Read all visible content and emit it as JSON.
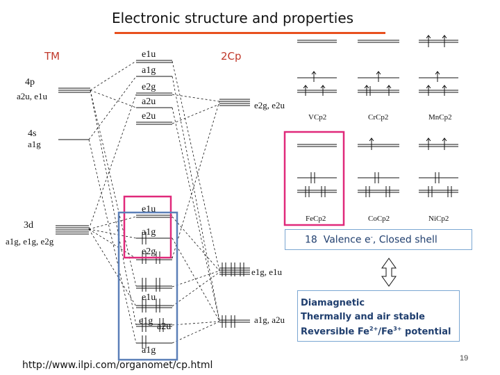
{
  "slide": {
    "title": "Electronic structure and properties",
    "url": "http://www.ilpi.com/organomet/cp.html",
    "page_number": "19",
    "accent_color": "#e8501e"
  },
  "diagram": {
    "left_header": "TM",
    "right_header": "2Cp",
    "left_levels": [
      {
        "name": "4p",
        "sym": "a2u, e1u"
      },
      {
        "name": "4s",
        "sym": "a1g"
      },
      {
        "name": "3d",
        "sym": "a1g, e1g, e2g"
      }
    ],
    "mo_labels": [
      "e1u",
      "a1g",
      "e2g",
      "a2u",
      "e2u",
      "e1u",
      "a1g",
      "e2g",
      "e1u",
      "e1g",
      "a2u",
      "a1g"
    ],
    "right_levels": [
      {
        "sym": "e2g, e2u"
      },
      {
        "sym": "e1g, e1u"
      },
      {
        "sym": "a1g, a2u"
      }
    ],
    "metallocenes": [
      "VCp2",
      "CrCp2",
      "MnCp2",
      "FeCp2",
      "CoCp2",
      "NiCp2"
    ]
  },
  "shell": {
    "count": "18",
    "text_prefix": "Valence e",
    "superscript": "-",
    "text_suffix": ", Closed shell"
  },
  "properties": {
    "line1": "Diamagnetic",
    "line2": "Thermally and air stable",
    "line3_prefix": "Reversible Fe",
    "line3_sup1": "2+",
    "line3_mid": "/Fe",
    "line3_sup2": "3+",
    "line3_suffix": " potential"
  }
}
